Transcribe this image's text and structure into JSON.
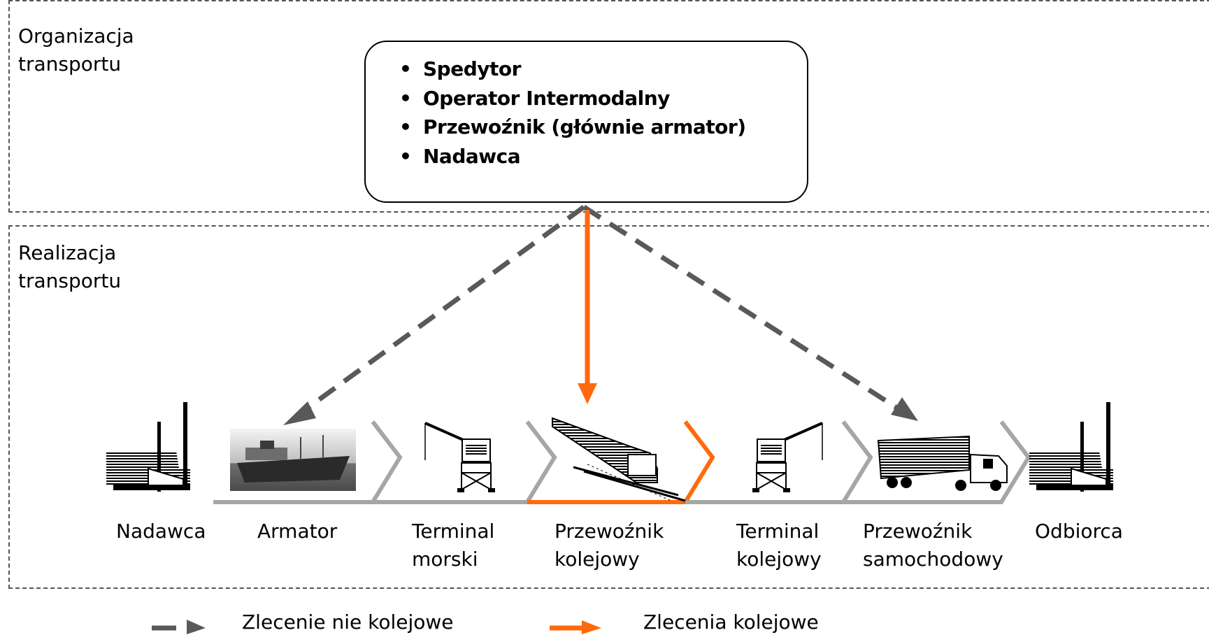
{
  "zones": {
    "organization": {
      "label_line1": "Organizacja",
      "label_line2": "transportu"
    },
    "execution": {
      "label_line1": "Realizacja",
      "label_line2": "transportu"
    }
  },
  "organizers": [
    "Spedytor",
    "Operator Intermodalny",
    "Przewoźnik (głównie armator)",
    "Nadawca"
  ],
  "stages": [
    {
      "id": "nadawca",
      "line1": "Nadawca",
      "line2": "",
      "icon": "factory-icon"
    },
    {
      "id": "armator",
      "line1": "Armator",
      "line2": "",
      "icon": "ship-icon"
    },
    {
      "id": "terminal-morski",
      "line1": "Terminal",
      "line2": "morski",
      "icon": "crane-icon"
    },
    {
      "id": "przewoznik-kolejowy",
      "line1": "Przewoźnik",
      "line2": "kolejowy",
      "icon": "train-icon"
    },
    {
      "id": "terminal-kolejowy",
      "line1": "Terminal",
      "line2": "kolejowy",
      "icon": "crane-icon"
    },
    {
      "id": "przewoznik-samochodowy",
      "line1": "Przewoźnik",
      "line2": "samochodowy",
      "icon": "truck-icon"
    },
    {
      "id": "odbiorca",
      "line1": "Odbiorca",
      "line2": "",
      "icon": "factory-icon"
    }
  ],
  "legend": {
    "non_rail": "Zlecenie nie kolejowe",
    "rail": "Zlecenia kolejowe"
  },
  "colors": {
    "rail": "#ff6a0e",
    "non_rail": "#595959",
    "chevron": "#a6a6a6"
  }
}
